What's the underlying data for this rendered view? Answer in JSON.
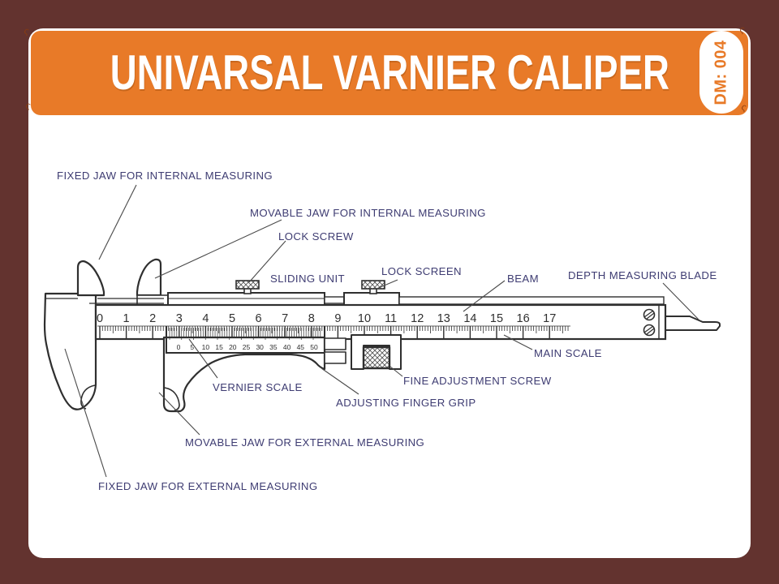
{
  "header": {
    "title": "UNIVARSAL VARNIER CALIPER",
    "badge": "DM: 004"
  },
  "colors": {
    "header_bg": "#E87A28",
    "frame_bg": "#63332F",
    "label_text": "#3E3C72",
    "drawing_ink": "#2F2F2F"
  },
  "labels": [
    {
      "id": "fixed-jaw-internal",
      "text": "FIXED JAW FOR INTERNAL MEASURING"
    },
    {
      "id": "movable-jaw-internal",
      "text": "MOVABLE JAW FOR INTERNAL MEASURING"
    },
    {
      "id": "lock-screw",
      "text": "LOCK SCREW"
    },
    {
      "id": "sliding-unit",
      "text": "SLIDING UNIT"
    },
    {
      "id": "lock-screen",
      "text": "LOCK SCREEN"
    },
    {
      "id": "beam",
      "text": "BEAM"
    },
    {
      "id": "depth-measuring-blade",
      "text": "DEPTH MEASURING BLADE"
    },
    {
      "id": "main-scale",
      "text": "MAIN SCALE"
    },
    {
      "id": "vernier-scale",
      "text": "VERNIER SCALE"
    },
    {
      "id": "fine-adjustment-screw",
      "text": "FINE ADJUSTMENT SCREW"
    },
    {
      "id": "adjusting-finger-grip",
      "text": "ADJUSTING FINGER GRIP"
    },
    {
      "id": "movable-jaw-external",
      "text": "MOVABLE JAW FOR EXTERNAL MEASURING"
    },
    {
      "id": "fixed-jaw-external",
      "text": "FIXED JAW FOR EXTERNAL MEASURING"
    }
  ],
  "diagram": {
    "main_scale_numbers": [
      0,
      1,
      2,
      3,
      4,
      5,
      6,
      7,
      8,
      9,
      10,
      11,
      12,
      13,
      14,
      15,
      16,
      17
    ],
    "vernier_scale_numbers": [
      0,
      5,
      10,
      15,
      20,
      25,
      30,
      35,
      40,
      45,
      50
    ]
  }
}
